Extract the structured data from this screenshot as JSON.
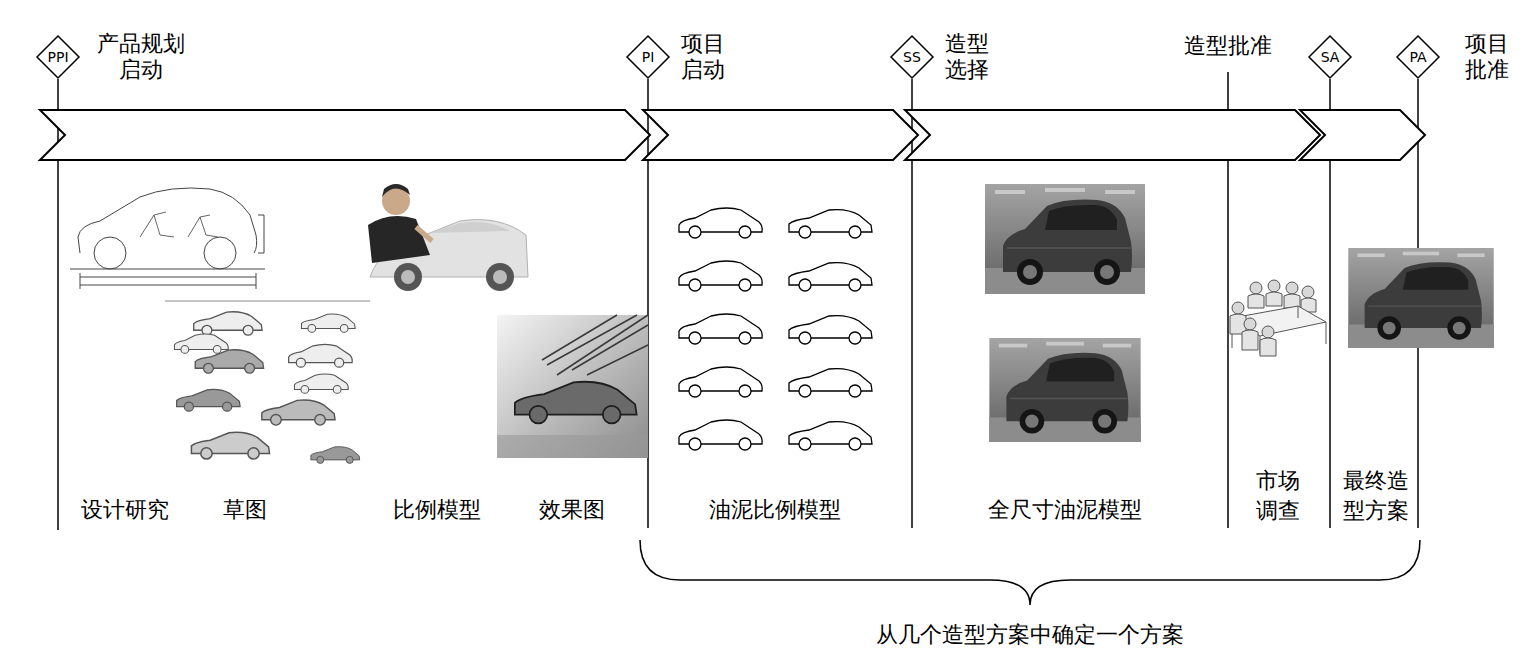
{
  "diagram": {
    "nodes": [
      {
        "text": [
          "PPI",
          "产品规划 启动"
        ]
      },
      {
        "text": [
          "PI",
          "项目 启动"
        ]
      },
      {
        "text": [
          "SS",
          "造型 选择"
        ]
      },
      {
        "text": [
          "SA"
        ]
      },
      {
        "text": [
          "PA",
          "项目 批准"
        ]
      }
    ],
    "labels": [
      "造型批准",
      "设计研究",
      "草图",
      "比例模型",
      "效果图",
      "油泥比例模型",
      "全尺寸油泥模型",
      "市场 调查",
      "最终造 型方案",
      "从几个造型方案中确定一个方案"
    ]
  }
}
